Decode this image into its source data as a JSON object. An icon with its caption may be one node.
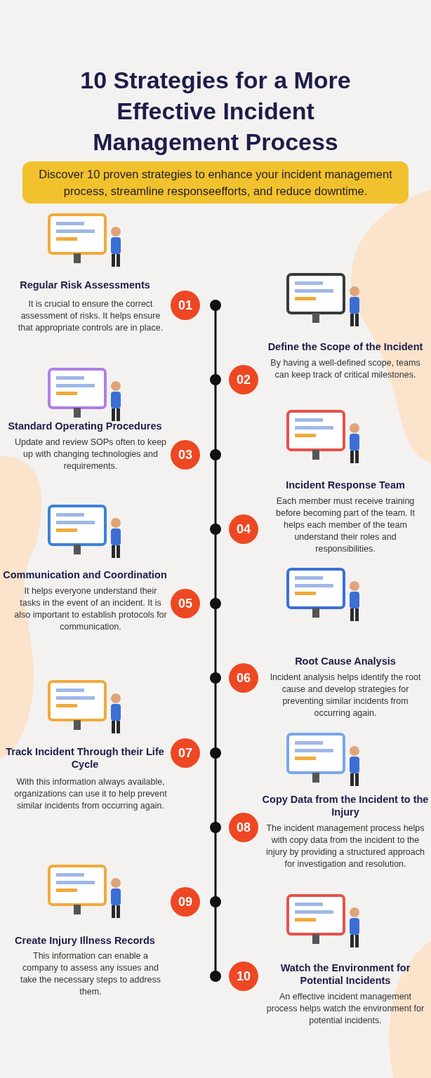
{
  "diagram": {
    "title": "10 Strategies for a More Effective Incident Management Process",
    "nodes": [
      {
        "text": [
          "Discover 10 proven strategies to enhance your incident management process, streamline responseefforts, and reduce downtime."
        ]
      },
      {
        "text": [
          "01"
        ],
        "beside": [
          "Regular Risk Assessments",
          "It is crucial to ensure the correct assessment of risks. It helps ensure that appropriate controls are in place."
        ]
      },
      {
        "text": [
          "02"
        ],
        "beside": [
          "Define the Scope of the Incident",
          "By having a well-defined scope, teams can keep track of critical milestones."
        ]
      },
      {
        "text": [
          "03"
        ],
        "beside": [
          "Standard Operating Procedures",
          "Update and review SOPs often to keep up with changing technologies and requirements."
        ]
      },
      {
        "text": [
          "04"
        ],
        "beside": [
          "Incident Response Team",
          "Each member must receive training before becoming part of the team. It helps each member of the team understand their roles and responsibilities."
        ]
      },
      {
        "text": [
          "05"
        ],
        "beside": [
          "Communication and Coordination",
          "It helps everyone understand their tasks in the event of an incident. It is also important to establish protocols for communication."
        ]
      },
      {
        "text": [
          "06"
        ],
        "beside": [
          "Root Cause Analysis",
          "Incident analysis helps identify the root cause and develop strategies for preventing similar incidents from occurring again."
        ]
      },
      {
        "text": [
          "07"
        ],
        "beside": [
          "Track Incident Through their Life Cycle",
          "With this information always available, organizations can use it to help prevent similar incidents from occurring again."
        ]
      },
      {
        "text": [
          "08"
        ],
        "beside": [
          "Copy Data from the Incident to the Injury",
          "The incident management process helps with copy data from the incident to the injury by providing a structured approach for investigation and resolution."
        ]
      },
      {
        "text": [
          "09"
        ],
        "beside": [
          "Create Injury Illness Records",
          "This information can enable a company to assess any issues and take the necessary steps to address them."
        ]
      },
      {
        "text": [
          "10"
        ],
        "beside": [
          "Watch the Environment for Potential Incidents",
          "An effective incident management process helps watch the environment for potential incidents."
        ]
      }
    ]
  }
}
